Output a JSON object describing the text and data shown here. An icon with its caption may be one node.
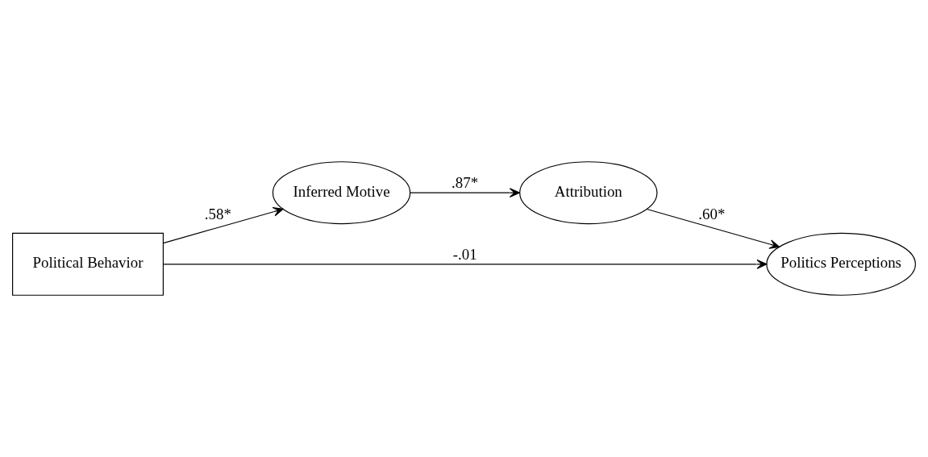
{
  "diagram": {
    "nodes": [
      {
        "text": [
          "Political Behavior"
        ]
      },
      {
        "text": [
          "Inferred Motive"
        ]
      },
      {
        "text": [
          "Attribution"
        ]
      },
      {
        "text": [
          "Politics Perceptions"
        ]
      }
    ],
    "edges": [
      {
        "from": 0,
        "to": 1,
        "arrow": "to",
        "label": ".58*"
      },
      {
        "from": 1,
        "to": 2,
        "arrow": "to",
        "label": ".87*"
      },
      {
        "from": 2,
        "to": 3,
        "arrow": "to",
        "label": ".60*"
      },
      {
        "from": 0,
        "to": 3,
        "arrow": "to",
        "label": "-.01"
      }
    ]
  }
}
